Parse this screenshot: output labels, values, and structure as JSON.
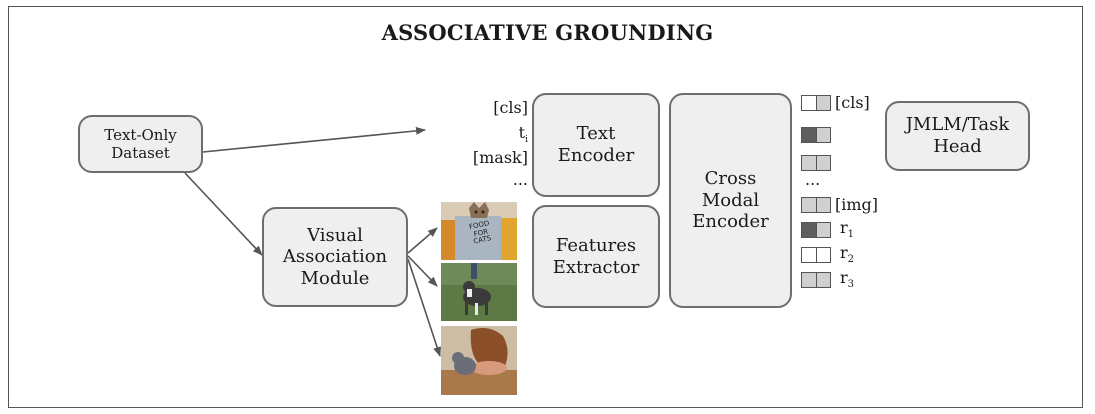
{
  "title": "ASSOCIATIVE GROUNDING",
  "boxes": {
    "dataset": "Text-Only\nDataset",
    "vam": "Visual\nAssociation\nModule",
    "text_encoder": "Text\nEncoder",
    "features_extractor": "Features\nExtractor",
    "cross_modal": "Cross\nModal\nEncoder",
    "head": "JMLM/Task\nHead"
  },
  "input_tokens": {
    "cls": "[cls]",
    "t": "t",
    "t_sub": "i",
    "mask": "[mask]",
    "ellipsis": "..."
  },
  "output_tokens": {
    "cls": "[cls]",
    "ellipsis": "...",
    "img": "[img]",
    "r": "r",
    "r1_sub": "1",
    "r2_sub": "2",
    "r3_sub": "3"
  },
  "images": {
    "img1_text": "FOOD\nFOR\nCATS"
  },
  "colors": {
    "box_fill": "#efefef",
    "box_border": "#6e6e6e",
    "dark_cell": "#5e5e5e",
    "light_cell": "#d0d0d0",
    "white_cell": "#ffffff"
  }
}
